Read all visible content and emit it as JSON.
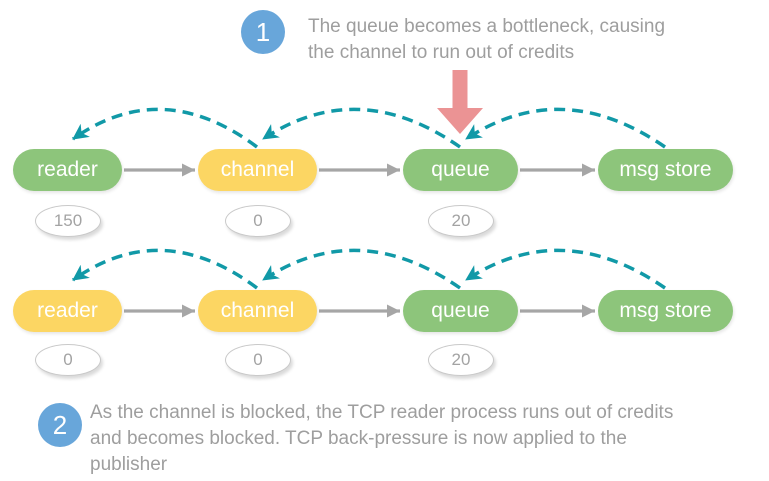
{
  "steps": [
    {
      "number": "1",
      "lines": [
        "The queue becomes a bottleneck, causing",
        "the channel to run out of credits"
      ]
    },
    {
      "number": "2",
      "lines": [
        "As the channel is blocked, the TCP reader process runs out of credits",
        "and becomes blocked. TCP back-pressure is now applied to the",
        "publisher"
      ]
    }
  ],
  "diagram": {
    "rows": [
      {
        "name": "row-1",
        "nodes": [
          {
            "label": "reader",
            "fill": "#8DC57B",
            "credits": "150"
          },
          {
            "label": "channel",
            "fill": "#FCD663",
            "credits": "0"
          },
          {
            "label": "queue",
            "fill": "#8DC57B",
            "credits": "20"
          },
          {
            "label": "msg store",
            "fill": "#8DC57B",
            "credits": ""
          }
        ]
      },
      {
        "name": "row-2",
        "nodes": [
          {
            "label": "reader",
            "fill": "#FCD663",
            "credits": "0"
          },
          {
            "label": "channel",
            "fill": "#FCD663",
            "credits": "0"
          },
          {
            "label": "queue",
            "fill": "#8DC57B",
            "credits": "20"
          },
          {
            "label": "msg store",
            "fill": "#8DC57B",
            "credits": ""
          }
        ]
      }
    ]
  },
  "colors": {
    "node_green": "#8DC57B",
    "node_yellow": "#FCD663",
    "credit_arc_teal": "#1199A7",
    "flow_arrow_gray": "#A6A6A6",
    "bottleneck_red": "#EB9394",
    "step_badge_blue": "#68A6DA",
    "note_text_gray": "#9E9E9E"
  }
}
